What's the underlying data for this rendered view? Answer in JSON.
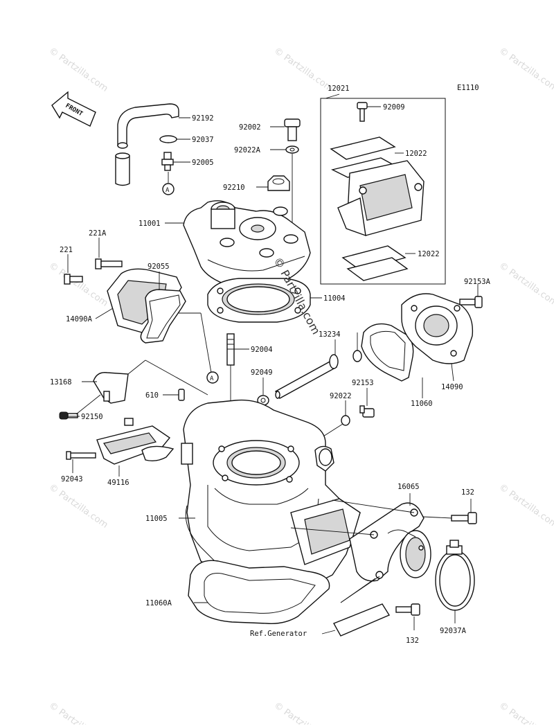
{
  "diagram": {
    "code": "E1110",
    "front_label": "FRONT",
    "ref_marker": "A",
    "center_watermark": "© Partzilla.com",
    "watermark": "© Partzilla.com",
    "parts": {
      "p12021": "12021",
      "p92009": "92009",
      "p12022a": "12022",
      "p12022b": "12022",
      "p92192": "92192",
      "p92037": "92037",
      "p92005": "92005",
      "p92002": "92002",
      "p92022A": "92022A",
      "p92210": "92210",
      "p11001": "11001",
      "p221A": "221A",
      "p221": "221",
      "p92055": "92055",
      "p14090A": "14090A",
      "p11004": "11004",
      "p92153A": "92153A",
      "p13234": "13234",
      "p92004": "92004",
      "p14090": "14090",
      "p11060": "11060",
      "p13168": "13168",
      "p92049": "92049",
      "p92153": "92153",
      "p610": "610",
      "p92022": "92022",
      "p92150": "92150",
      "p92043": "92043",
      "p49116": "49116",
      "p16065": "16065",
      "p132a": "132",
      "p11005": "11005",
      "p11060A": "11060A",
      "p132b": "132",
      "p92037A": "92037A",
      "ref_generator": "Ref.Generator"
    }
  }
}
